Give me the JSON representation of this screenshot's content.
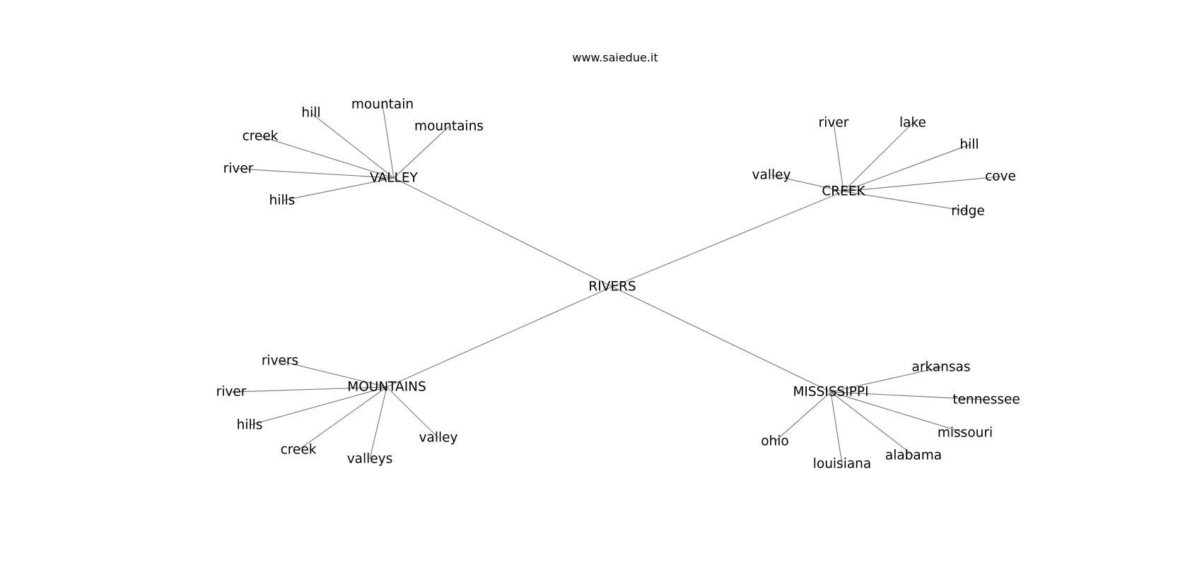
{
  "header": {
    "watermark": "www.saiedue.it"
  },
  "graph": {
    "center": {
      "id": "rivers",
      "label": "RIVERS"
    },
    "hubs": [
      {
        "id": "valley",
        "label": "VALLEY",
        "leaves": [
          "hill",
          "mountain",
          "mountains",
          "creek",
          "river",
          "hills"
        ]
      },
      {
        "id": "creek",
        "label": "CREEK",
        "leaves": [
          "river",
          "lake",
          "hill",
          "valley",
          "cove",
          "ridge"
        ]
      },
      {
        "id": "mountains",
        "label": "MOUNTAINS",
        "leaves": [
          "rivers",
          "river",
          "hills",
          "creek",
          "valleys",
          "valley"
        ]
      },
      {
        "id": "mississippi",
        "label": "MISSISSIPPI",
        "leaves": [
          "arkansas",
          "tennessee",
          "missouri",
          "alabama",
          "louisiana",
          "ohio"
        ]
      }
    ]
  }
}
